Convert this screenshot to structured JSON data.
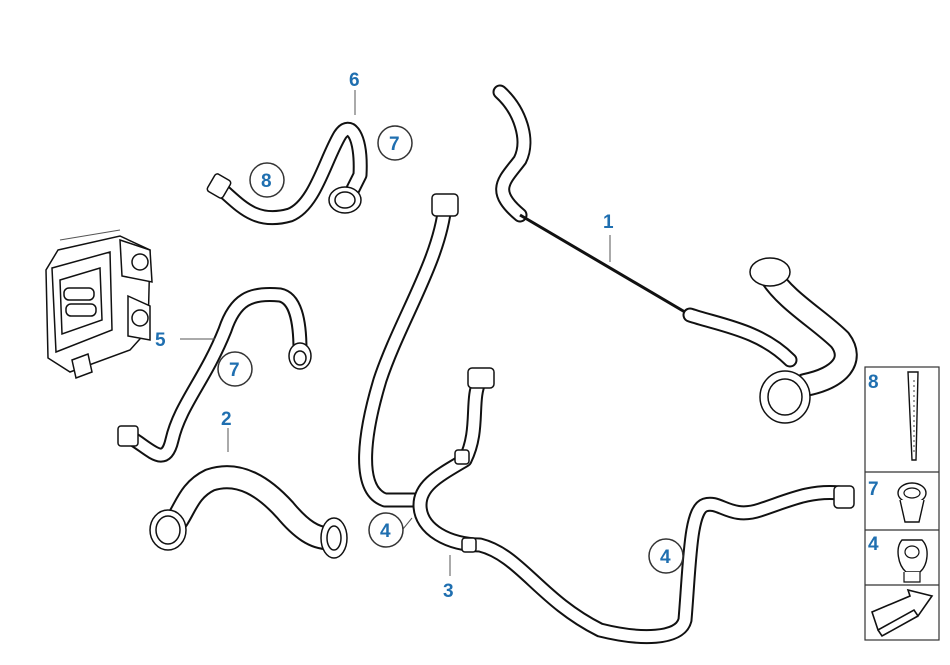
{
  "callouts": {
    "c1": "1",
    "c2": "2",
    "c3": "3",
    "c4a": "4",
    "c4b": "4",
    "c5": "5",
    "c6": "6",
    "c7a": "7",
    "c7b": "7",
    "c8": "8"
  },
  "legend": {
    "row8": "8",
    "row7": "7",
    "row4": "4"
  },
  "colors": {
    "label": "#1f6fb0",
    "line": "#111111"
  }
}
